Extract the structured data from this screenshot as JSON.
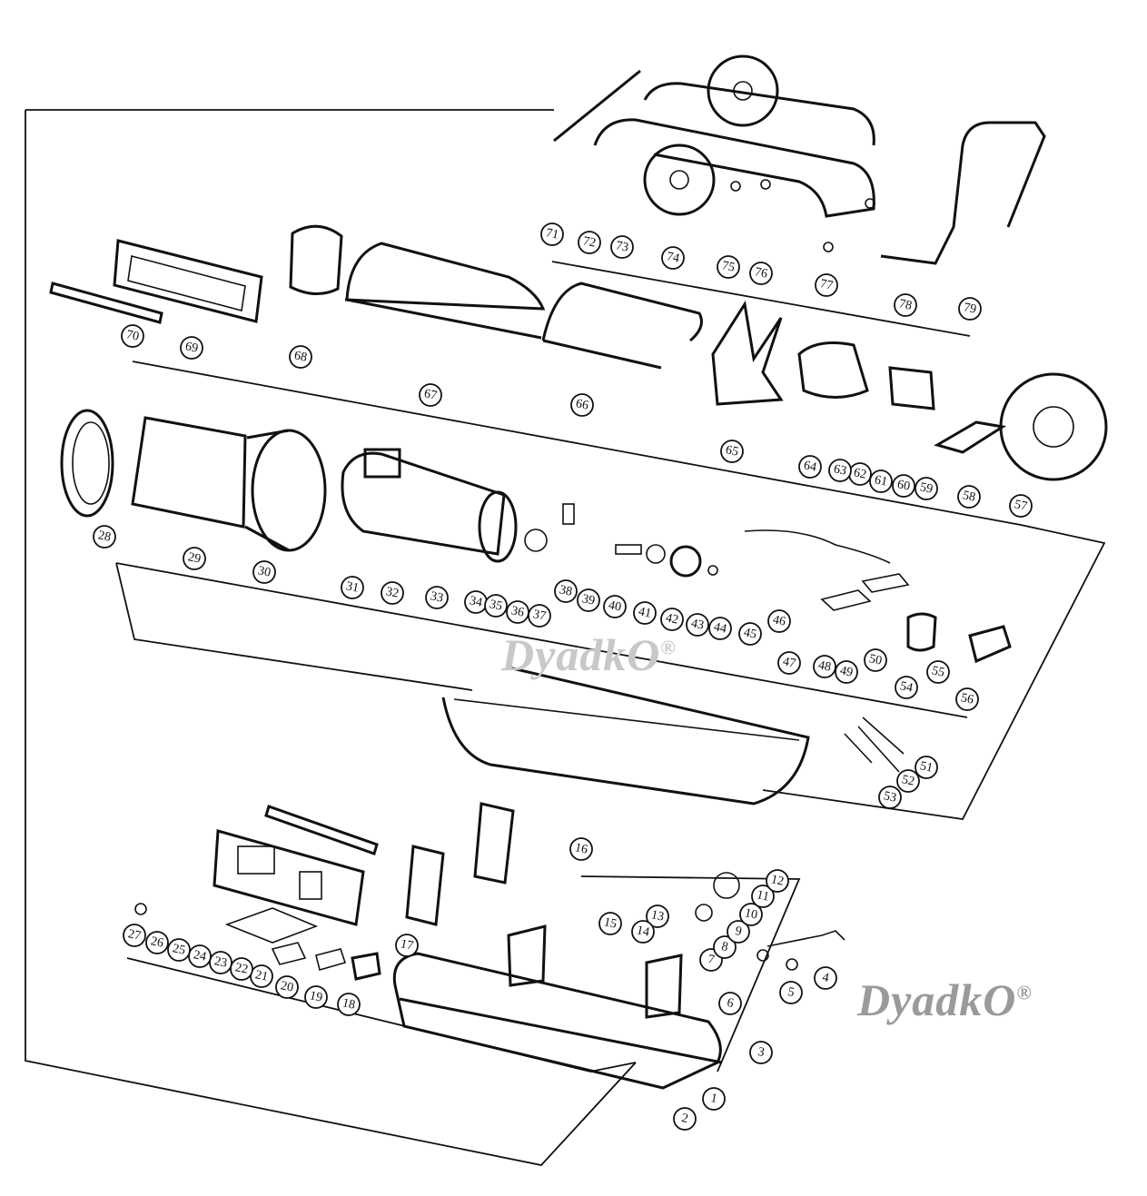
{
  "diagram": {
    "watermark": "DyadkO",
    "registered_mark": "®",
    "callouts": [
      "1",
      "2",
      "3",
      "4",
      "5",
      "6",
      "7",
      "8",
      "9",
      "10",
      "11",
      "12",
      "13",
      "14",
      "15",
      "16",
      "17",
      "18",
      "19",
      "20",
      "21",
      "22",
      "23",
      "24",
      "25",
      "26",
      "27",
      "28",
      "29",
      "30",
      "31",
      "32",
      "33",
      "34",
      "35",
      "36",
      "37",
      "38",
      "39",
      "40",
      "41",
      "42",
      "43",
      "44",
      "45",
      "46",
      "47",
      "48",
      "49",
      "50",
      "51",
      "52",
      "53",
      "54",
      "55",
      "56",
      "57",
      "58",
      "59",
      "60",
      "61",
      "62",
      "63",
      "64",
      "65",
      "66",
      "67",
      "68",
      "69",
      "70",
      "71",
      "72",
      "73",
      "74",
      "75",
      "76",
      "77",
      "78",
      "79"
    ]
  }
}
